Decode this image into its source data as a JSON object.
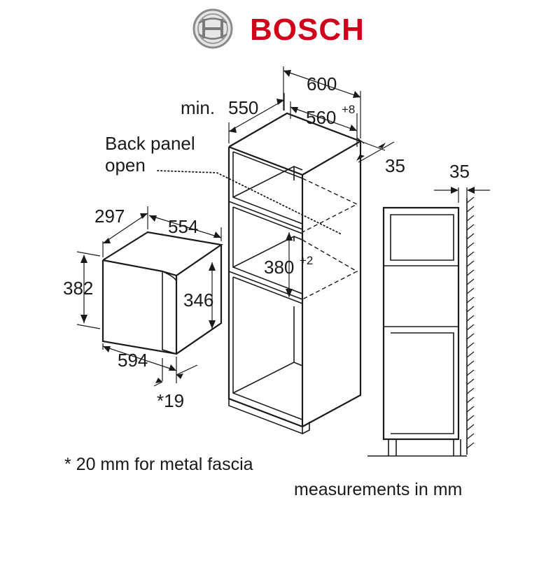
{
  "brand": {
    "name": "BOSCH",
    "color": "#d1001a",
    "emblem_color": "#8a8a8a"
  },
  "dimensions": {
    "cabinet_width": "600",
    "cabinet_min_depth_prefix": "min.",
    "cabinet_min_depth": "550",
    "inner_width": "560",
    "inner_width_tolerance": "+8",
    "rear_gap": "35",
    "niche_height": "380",
    "niche_height_tolerance": "+2",
    "side_gap": "35",
    "appliance_depth": "297",
    "appliance_body_width": "554",
    "appliance_height": "382",
    "appliance_body_height": "346",
    "appliance_width": "594",
    "fascia_thickness": "*19"
  },
  "labels": {
    "back_panel_line1": "Back panel",
    "back_panel_line2": "open"
  },
  "notes": {
    "footnote": "* 20 mm for metal fascia",
    "units": "measurements in mm"
  }
}
